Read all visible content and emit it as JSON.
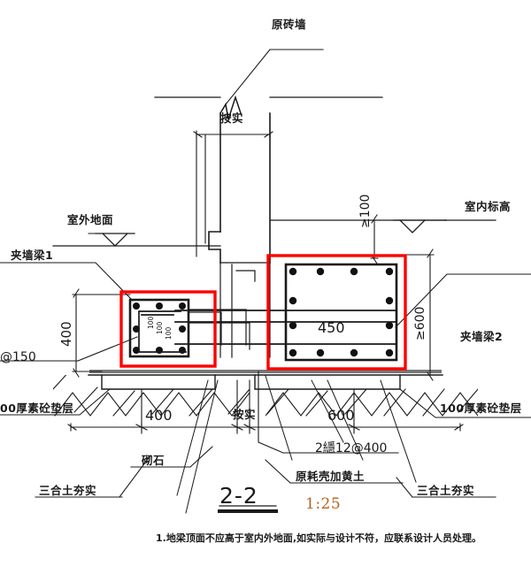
{
  "drawing": {
    "title": "2-2",
    "scale": "1:25",
    "type": "structural-section-detail",
    "colors": {
      "line": "#1a1a1a",
      "highlight": "#ff0000",
      "scale_text": "#b5651d",
      "background": "#ffffff"
    }
  },
  "labels": {
    "original_brick_wall": "原砖墙",
    "tamp_top": "按实",
    "tamp_bottom": "按实",
    "outdoor_ground": "室外地面",
    "indoor_elevation": "室内标高",
    "wall_beam_1": "夹墙梁1",
    "wall_beam_2": "夹墙梁2",
    "cushion_left": "00厚素砼垫层",
    "cushion_right": "100厚素砼垫层",
    "stirrup_spacing": "@150",
    "rebar_spec": "2䌥12@400",
    "loess_fill": "原耗壳加黄土",
    "lime_soil_left": "三合土夯实",
    "lime_soil_right": "三合土夯实",
    "masonry_stone": "砌石",
    "beam_inner_1": "100",
    "beam_inner_2": "100",
    "beam_inner_3": "100"
  },
  "dimensions": {
    "beam_right_width": "450",
    "beam_left_height": "400",
    "footing_left_width": "400",
    "footing_right_width": "600",
    "cover_top_min": "≥100",
    "beam_right_depth_min": "≥600"
  },
  "notes": {
    "note_1": "1.地梁顶面不应高于室内外地面,如实际与设计不符，应联系设计人员处理。"
  }
}
